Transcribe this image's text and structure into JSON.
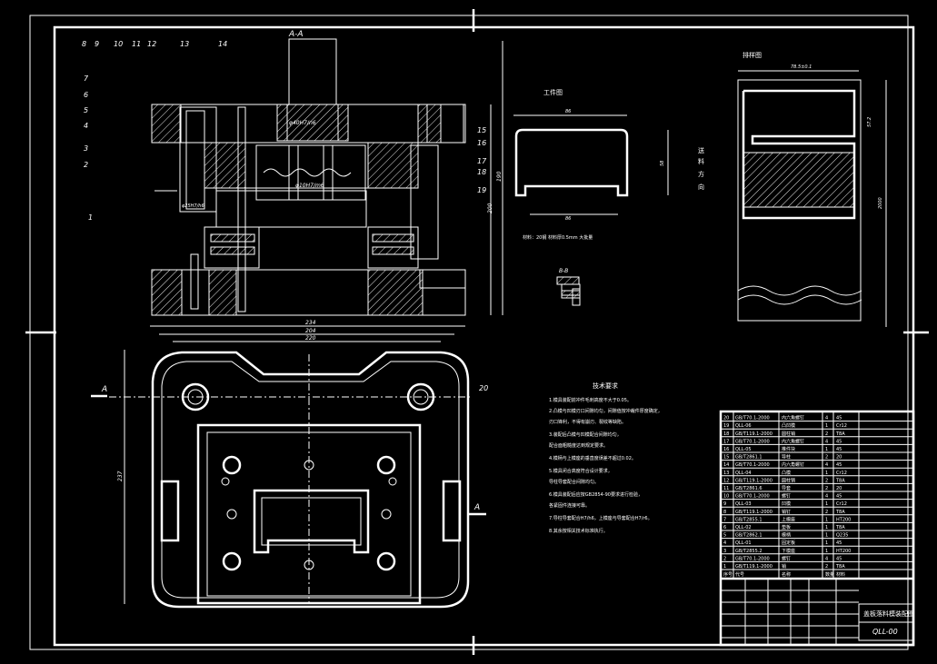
{
  "section_labels": {
    "top": "A-A",
    "bottom_left": "A",
    "bottom_right": "A",
    "small_section": "B-B"
  },
  "part_numbers_top": [
    "8",
    "9",
    "10",
    "11",
    "12",
    "13",
    "14"
  ],
  "part_numbers_left": [
    "7",
    "6",
    "5",
    "4",
    "3",
    "2",
    "1"
  ],
  "part_numbers_right": [
    "15",
    "16",
    "17",
    "18",
    "19",
    "20"
  ],
  "dimensions": {
    "plan_w1": "234",
    "plan_w2": "204",
    "plan_w3": "220",
    "plan_h": "237",
    "elev_h1": "190",
    "elev_h2": "200",
    "part_w": "86",
    "part_h": "58",
    "part_inner": "86",
    "strip_h": "2000",
    "strip_top": "57.2",
    "pin_fit": "φ40H7/n6",
    "pin_fit2": "φ10H7/m6"
  },
  "workpiece": {
    "title": "工件图",
    "note": "材料：20钢  材料厚0.5mm  大批量"
  },
  "strip": {
    "title": "排样图",
    "feed": [
      "送",
      "料",
      "方",
      "向"
    ]
  },
  "tech_req": {
    "title": "技术要求",
    "lines": [
      "1.模具装配前冲件毛刺高度不大于0.05。",
      "2.凸模与凹模刃口间隙均匀，间隙值按冲裁件厚度确定，",
      "  刃口锋利，不得有崩刃、裂纹等缺陷。",
      "3.装配后凸模与凹模配合间隙均匀，",
      "  配合面粗糙度达到规定要求。",
      "4.模柄与上模座的垂直度误差不超过0.02。",
      "5.模具闭合高度符合设计要求，",
      "  导柱导套配合间隙均匀。",
      "6.模具装配后应按GB2854-90要求进行检验，",
      "  各紧固件连接可靠。",
      "7.导柱导套配合H7/h6，上模座与导套配合H7/r6。",
      "8.其余按相关技术标准执行。"
    ]
  },
  "bom_rows": [
    [
      "20",
      "GB/T70.1-2000",
      "内六角螺钉",
      "4",
      "45"
    ],
    [
      "19",
      "QLL-06",
      "凸凹模",
      "1",
      "Cr12"
    ],
    [
      "18",
      "GB/T119.1-2000",
      "圆柱销",
      "2",
      "T8A"
    ],
    [
      "17",
      "GB/T70.1-2000",
      "内六角螺钉",
      "4",
      "45"
    ],
    [
      "16",
      "QLL-05",
      "推件块",
      "1",
      "45"
    ],
    [
      "15",
      "GB/T2861.1",
      "导柱",
      "2",
      "20"
    ],
    [
      "14",
      "GB/T70.1-2000",
      "内六角螺钉",
      "4",
      "45"
    ],
    [
      "13",
      "QLL-04",
      "凸模",
      "1",
      "Cr12"
    ],
    [
      "12",
      "GB/T119.1-2000",
      "圆柱销",
      "2",
      "T8A"
    ],
    [
      "11",
      "GB/T2861.6",
      "导套",
      "2",
      "20"
    ],
    [
      "10",
      "GB/T70.1-2000",
      "螺钉",
      "4",
      "45"
    ],
    [
      "9",
      "QLL-03",
      "凹模",
      "1",
      "Cr12"
    ],
    [
      "8",
      "GB/T119.1-2000",
      "销钉",
      "2",
      "T8A"
    ],
    [
      "7",
      "GB/T2855.1",
      "上模座",
      "1",
      "HT200"
    ],
    [
      "6",
      "QLL-02",
      "垫板",
      "1",
      "T8A"
    ],
    [
      "5",
      "GB/T2862.1",
      "模柄",
      "1",
      "Q235"
    ],
    [
      "4",
      "QLL-01",
      "固定板",
      "1",
      "45"
    ],
    [
      "3",
      "GB/T2855.2",
      "下模座",
      "1",
      "HT200"
    ],
    [
      "2",
      "GB/T70.1-2000",
      "螺钉",
      "4",
      "45"
    ],
    [
      "1",
      "GB/T119.1-2000",
      "销",
      "2",
      "T8A"
    ]
  ],
  "bom_header": [
    "序号",
    "代号",
    "名称",
    "数量",
    "材料"
  ],
  "title_block": {
    "name": "盖板落料模装配图",
    "code": "QLL-00"
  }
}
